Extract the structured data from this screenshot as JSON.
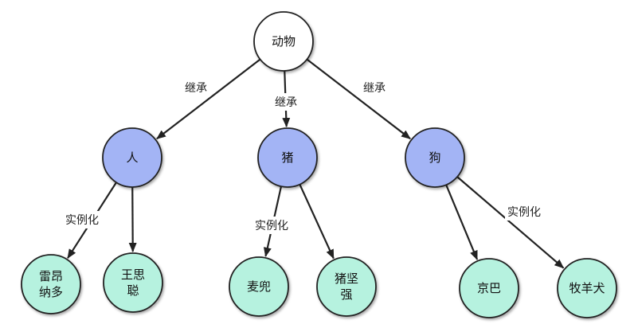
{
  "colors": {
    "root_fill": "#ffffff",
    "class_fill": "#a3b4f5",
    "instance_fill": "#b6f2df",
    "stroke": "#222222",
    "edge_label_bg": "#ffffff"
  },
  "nodes": [
    {
      "id": "animal",
      "kind": "root",
      "lines": [
        "动物"
      ]
    },
    {
      "id": "person",
      "kind": "class",
      "lines": [
        "人"
      ]
    },
    {
      "id": "pig",
      "kind": "class",
      "lines": [
        "猪"
      ]
    },
    {
      "id": "dog",
      "kind": "class",
      "lines": [
        "狗"
      ]
    },
    {
      "id": "leonardo",
      "kind": "instance",
      "lines": [
        "雷昂",
        "纳多"
      ]
    },
    {
      "id": "wangsicong",
      "kind": "instance",
      "lines": [
        "王思",
        "聪"
      ]
    },
    {
      "id": "mcdull",
      "kind": "instance",
      "lines": [
        "麦兜"
      ]
    },
    {
      "id": "zhujianqiang",
      "kind": "instance",
      "lines": [
        "猪坚",
        "强"
      ]
    },
    {
      "id": "pekingese",
      "kind": "instance",
      "lines": [
        "京巴"
      ]
    },
    {
      "id": "shepherd",
      "kind": "instance",
      "lines": [
        "牧羊犬"
      ]
    }
  ],
  "edges": [
    {
      "from": "animal",
      "to": "person",
      "label": "继承"
    },
    {
      "from": "animal",
      "to": "pig",
      "label": "继承"
    },
    {
      "from": "animal",
      "to": "dog",
      "label": "继承"
    },
    {
      "from": "person",
      "to": "leonardo",
      "label": "实例化"
    },
    {
      "from": "person",
      "to": "wangsicong",
      "label": ""
    },
    {
      "from": "pig",
      "to": "mcdull",
      "label": "实例化"
    },
    {
      "from": "pig",
      "to": "zhujianqiang",
      "label": ""
    },
    {
      "from": "dog",
      "to": "pekingese",
      "label": ""
    },
    {
      "from": "dog",
      "to": "shepherd",
      "label": "实例化"
    }
  ]
}
